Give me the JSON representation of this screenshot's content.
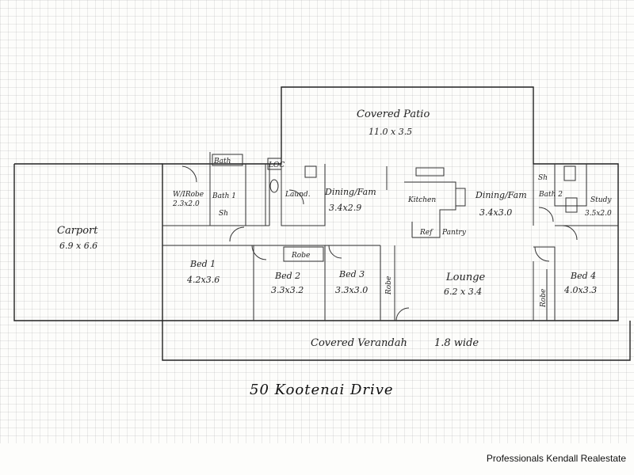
{
  "address": "50 Kootenai Drive",
  "credit": "Professionals Kendall Realestate",
  "rooms": {
    "carport": {
      "name": "Carport",
      "dims": "6.9 x 6.6"
    },
    "covered_patio": {
      "name": "Covered Patio",
      "dims": "11.0 x 3.5"
    },
    "wir": {
      "name": "W/IRobe",
      "dims": "2.3x2.0"
    },
    "bath1": {
      "name": "Bath 1"
    },
    "bath_top": {
      "name": "Bath"
    },
    "loc": {
      "name": "LOC"
    },
    "laund": {
      "name": "Laund."
    },
    "dining_fam_1": {
      "name": "Dining/Fam",
      "dims": "3.4x2.9"
    },
    "kitchen": {
      "name": "Kitchen"
    },
    "ref": {
      "name": "Ref"
    },
    "pantry": {
      "name": "Pantry"
    },
    "dining_fam_2": {
      "name": "Dining/Fam",
      "dims": "3.4x3.0"
    },
    "sh1": {
      "name": "Sh"
    },
    "sh2": {
      "name": "Sh"
    },
    "bath2": {
      "name": "Bath 2"
    },
    "study": {
      "name": "Study",
      "dims": "3.5x2.0"
    },
    "bed1": {
      "name": "Bed 1",
      "dims": "4.2x3.6"
    },
    "bed2": {
      "name": "Bed 2",
      "dims": "3.3x3.2"
    },
    "robe_bed2": {
      "name": "Robe"
    },
    "bed3": {
      "name": "Bed 3",
      "dims": "3.3x3.0"
    },
    "robe_bed3": {
      "name": "Robe"
    },
    "lounge": {
      "name": "Lounge",
      "dims": "6.2 x 3.4"
    },
    "bed4": {
      "name": "Bed 4",
      "dims": "4.0x3.3"
    },
    "robe_bed4": {
      "name": "Robe"
    },
    "verandah": {
      "name": "Covered Verandah",
      "dims": "1.8 wide"
    }
  }
}
